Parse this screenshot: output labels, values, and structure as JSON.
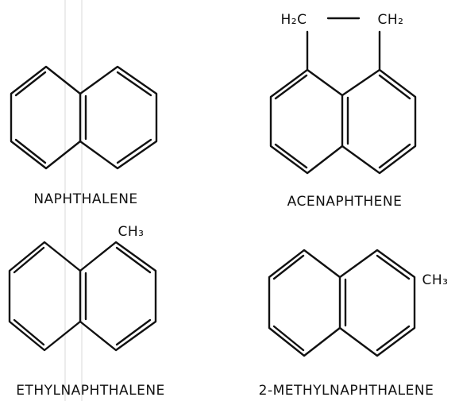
{
  "colors": {
    "ink": "#111111",
    "background": "#ffffff"
  },
  "structures": [
    {
      "id": "naphthalene",
      "label": "NAPHTHALENE",
      "substituents": []
    },
    {
      "id": "acenaphthene",
      "label": "ACENAPHTHENE",
      "substituents": [
        {
          "text": "H₂C",
          "role": "bridge-left"
        },
        {
          "text": "CH₂",
          "role": "bridge-right"
        }
      ]
    },
    {
      "id": "ethylnaphthalene",
      "label": "ETHYLNAPHTHALENE",
      "substituents": [
        {
          "text": "CH₃",
          "role": "methyl"
        }
      ]
    },
    {
      "id": "methylnaphthalene",
      "label": "2-METHYLNAPHTHALENE",
      "substituents": [
        {
          "text": "CH₃",
          "role": "methyl"
        }
      ]
    }
  ]
}
